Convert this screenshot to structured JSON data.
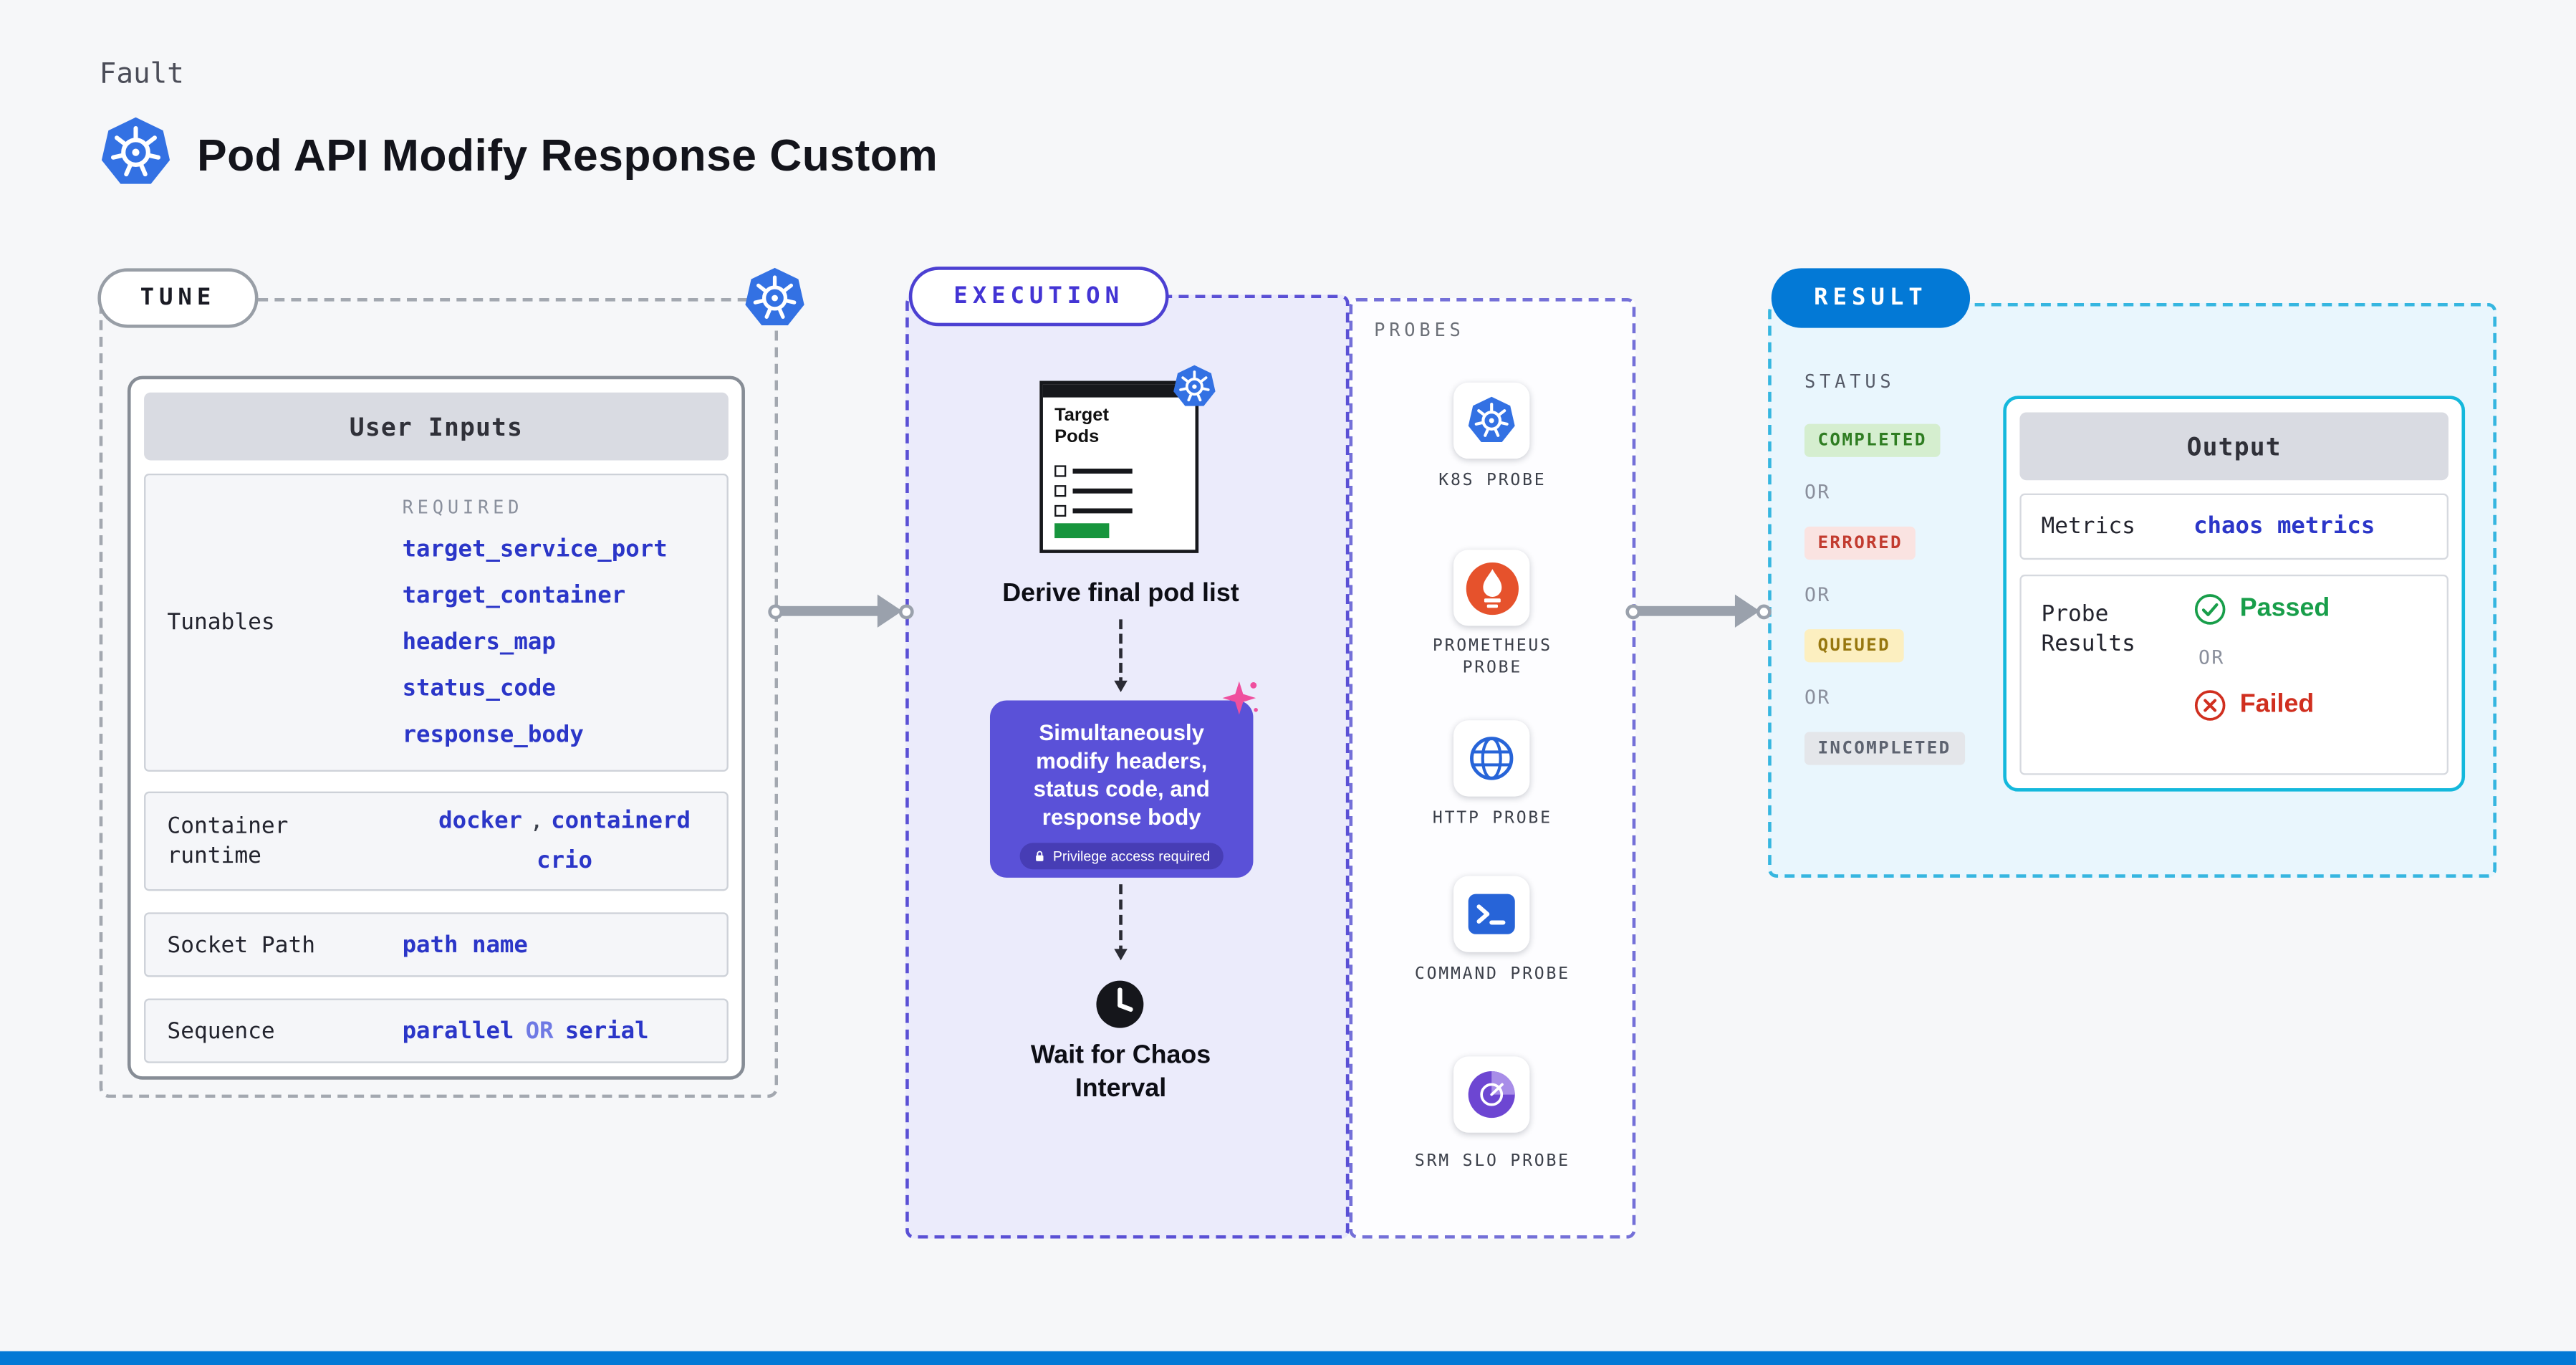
{
  "page": {
    "kicker": "Fault",
    "title": "Pod API Modify Response Custom"
  },
  "tune": {
    "pill_label": "TUNE",
    "card_title": "User Inputs",
    "required_label": "REQUIRED",
    "tunables_label": "Tunables",
    "tunables": [
      "target_service_port",
      "target_container",
      "headers_map",
      "status_code",
      "response_body"
    ],
    "container_runtime": {
      "label": "Container runtime",
      "value1": "docker",
      "separator": ",",
      "value2": "containerd",
      "value3": "crio"
    },
    "socket_path": {
      "label": "Socket Path",
      "value": "path name"
    },
    "sequence": {
      "label": "Sequence",
      "value1": "parallel",
      "or": "OR",
      "value2": "serial"
    }
  },
  "execution": {
    "pill_label": "EXECUTION",
    "target_pods_title": "Target Pods",
    "derive_label": "Derive final pod list",
    "action_text": "Simultaneously modify headers, status code, and response body",
    "privilege_badge": "Privilege access required",
    "wait_label": "Wait for Chaos Interval"
  },
  "probes": {
    "section_label": "PROBES",
    "items": [
      {
        "label": "K8S PROBE",
        "icon": "kubernetes-icon"
      },
      {
        "label": "PROMETHEUS PROBE",
        "icon": "prometheus-icon"
      },
      {
        "label": "HTTP PROBE",
        "icon": "globe-icon"
      },
      {
        "label": "COMMAND PROBE",
        "icon": "terminal-icon"
      },
      {
        "label": "SRM SLO PROBE",
        "icon": "pie-chart-icon"
      }
    ]
  },
  "result": {
    "pill_label": "RESULT",
    "status_label": "STATUS",
    "or_label": "OR",
    "statuses": [
      {
        "label": "COMPLETED",
        "fg": "#2f7d22",
        "bg": "#d5eecf"
      },
      {
        "label": "ERRORED",
        "fg": "#c23b2f",
        "bg": "#fae3e1"
      },
      {
        "label": "QUEUED",
        "fg": "#97770e",
        "bg": "#fcefc0"
      },
      {
        "label": "INCOMPLETED",
        "fg": "#5d6370",
        "bg": "#e4e6ea"
      }
    ],
    "output": {
      "title": "Output",
      "metrics_label": "Metrics",
      "metrics_value": "chaos metrics",
      "probe_results_label": "Probe Results",
      "passed_label": "Passed",
      "or_label": "OR",
      "failed_label": "Failed"
    }
  },
  "colors": {
    "code_blue": "#2b36c8",
    "purple_action": "#5a51d8",
    "kubernetes_blue": "#3371e3",
    "result_pill_bg": "#0278d5",
    "output_border": "#14b8dc",
    "passed_green": "#189e4a",
    "failed_red": "#d02f1f",
    "bottom_bar": "#0278d5"
  }
}
